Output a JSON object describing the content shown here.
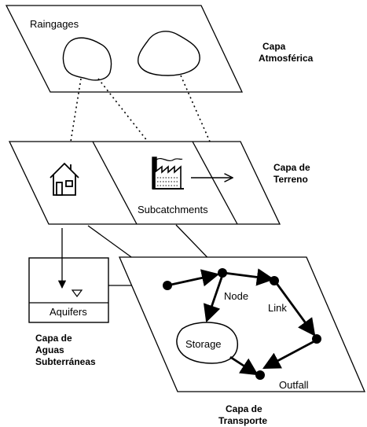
{
  "layers": {
    "atmospheric": {
      "line1": "Capa",
      "line2": "Atmosférica"
    },
    "terrain": {
      "line1": "Capa de",
      "line2": "Terreno"
    },
    "groundwater": {
      "line1": "Capa de",
      "line2": "Aguas",
      "line3": "Subterráneas"
    },
    "transport": {
      "line1": "Capa de",
      "line2": "Transporte"
    }
  },
  "elements": {
    "raingages": "Raingages",
    "subcatchments": "Subcatchments",
    "aquifers": "Aquifers",
    "node": "Node",
    "link": "Link",
    "storage": "Storage",
    "outfall": "Outfall"
  },
  "icons": [
    "house-icon",
    "factory-icon",
    "water-level-icon",
    "node-dot-icon"
  ],
  "colors": {
    "line": "#000000",
    "background": "#ffffff"
  }
}
